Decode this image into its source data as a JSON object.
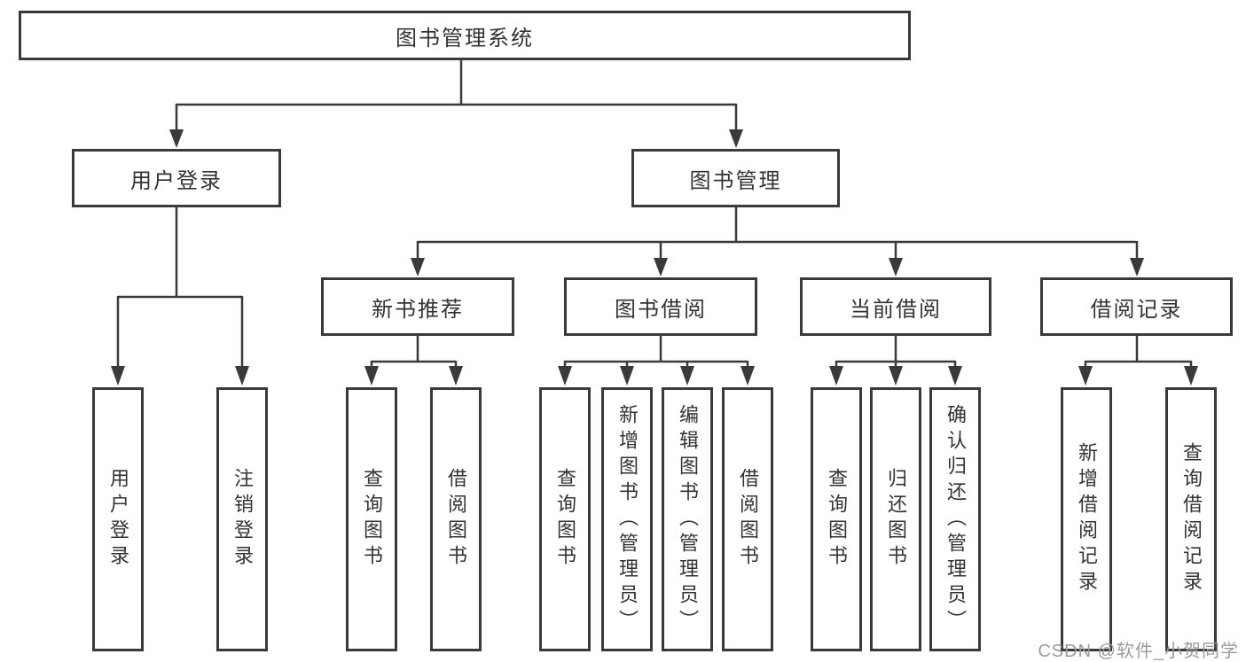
{
  "diagram": {
    "type": "hierarchy-flowchart",
    "colors": {
      "line": "#3a3a3a",
      "box_border": "#3a3a3a",
      "box_background": "#ffffff",
      "text": "#333333",
      "watermark": "#9b9b9b",
      "background": "#ffffff"
    },
    "nodes": {
      "root": {
        "label": "图书管理系统"
      },
      "user_login": {
        "label": "用户登录"
      },
      "book_management": {
        "label": "图书管理"
      },
      "new_book_recommend": {
        "label": "新书推荐"
      },
      "book_borrowing": {
        "label": "图书借阅"
      },
      "current_borrowing": {
        "label": "当前借阅"
      },
      "borrowing_records": {
        "label": "借阅记录"
      },
      "leaf_user_login": {
        "label": "用户登录"
      },
      "leaf_logout": {
        "label": "注销登录"
      },
      "leaf_nbr_query_books": {
        "label": "查询图书"
      },
      "leaf_nbr_borrow_books": {
        "label": "借阅图书"
      },
      "leaf_bb_query_books": {
        "label": "查询图书"
      },
      "leaf_bb_add_books": {
        "label": "新增图书（管理员）"
      },
      "leaf_bb_edit_books": {
        "label": "编辑图书（管理员）"
      },
      "leaf_bb_borrow_books": {
        "label": "借阅图书"
      },
      "leaf_cb_query_books": {
        "label": "查询图书"
      },
      "leaf_cb_return_books": {
        "label": "归还图书"
      },
      "leaf_cb_confirm_return": {
        "label": "确认归还（管理员）"
      },
      "leaf_br_add_record": {
        "label": "新增借阅记录"
      },
      "leaf_br_query_record": {
        "label": "查询借阅记录"
      }
    },
    "edges": [
      [
        "root",
        "user_login"
      ],
      [
        "root",
        "book_management"
      ],
      [
        "user_login",
        "leaf_user_login"
      ],
      [
        "user_login",
        "leaf_logout"
      ],
      [
        "book_management",
        "new_book_recommend"
      ],
      [
        "book_management",
        "book_borrowing"
      ],
      [
        "book_management",
        "current_borrowing"
      ],
      [
        "book_management",
        "borrowing_records"
      ],
      [
        "new_book_recommend",
        "leaf_nbr_query_books"
      ],
      [
        "new_book_recommend",
        "leaf_nbr_borrow_books"
      ],
      [
        "book_borrowing",
        "leaf_bb_query_books"
      ],
      [
        "book_borrowing",
        "leaf_bb_add_books"
      ],
      [
        "book_borrowing",
        "leaf_bb_edit_books"
      ],
      [
        "book_borrowing",
        "leaf_bb_borrow_books"
      ],
      [
        "current_borrowing",
        "leaf_cb_query_books"
      ],
      [
        "current_borrowing",
        "leaf_cb_return_books"
      ],
      [
        "current_borrowing",
        "leaf_cb_confirm_return"
      ],
      [
        "borrowing_records",
        "leaf_br_add_record"
      ],
      [
        "borrowing_records",
        "leaf_br_query_record"
      ]
    ]
  },
  "watermark": {
    "text": "CSDN @软件_小贺同学"
  }
}
